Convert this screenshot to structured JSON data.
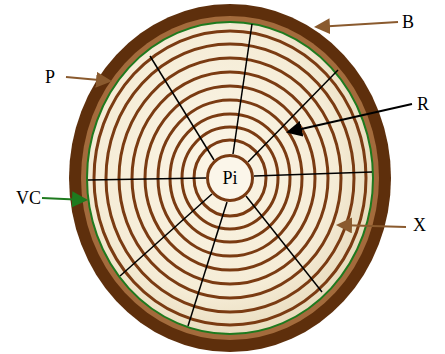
{
  "diagram": {
    "nodes": [
      {
        "text": [
          "Pi"
        ]
      }
    ],
    "labels": [
      "B",
      "P",
      "R",
      "VC",
      "X"
    ]
  }
}
